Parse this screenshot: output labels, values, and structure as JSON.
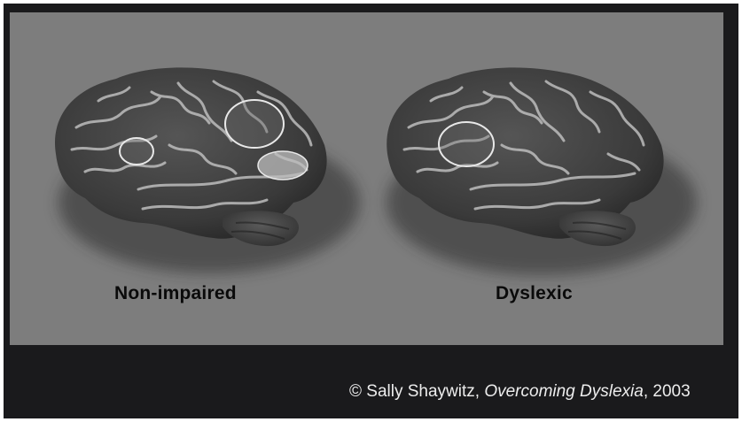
{
  "panels": [
    {
      "label": "Non-impaired"
    },
    {
      "label": "Dyslexic"
    }
  ],
  "credit": {
    "prefix": "© Sally Shaywitz, ",
    "title": "Overcoming Dyslexia",
    "suffix": ", 2003"
  },
  "colors": {
    "frame": "#1a1a1c",
    "panel": "#7d7d7d",
    "brain": "#3f3f3f",
    "highlight": "#e8e8e8",
    "credit_text": "#ededed"
  }
}
